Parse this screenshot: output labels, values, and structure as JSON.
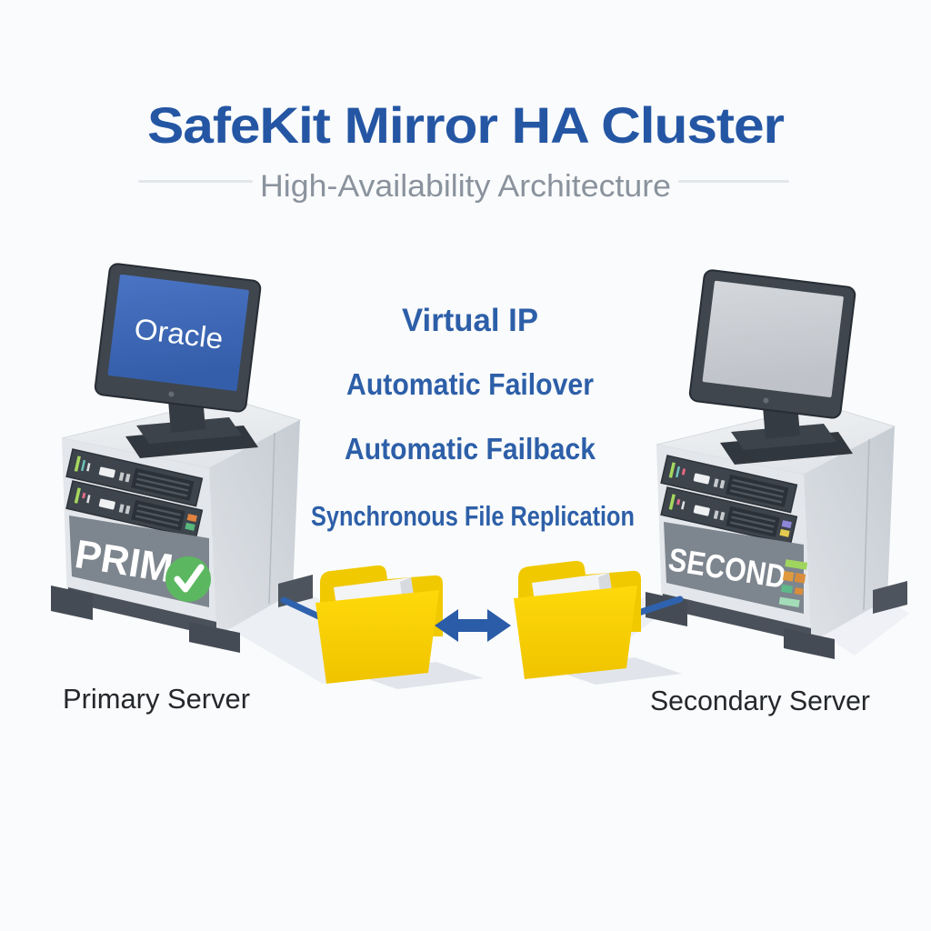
{
  "header": {
    "title": "SafeKit Mirror HA Cluster",
    "subtitle": "High-Availability Architecture"
  },
  "features": {
    "items": [
      "Virtual IP",
      "Automatic Failover",
      "Automatic Failback",
      "Synchronous File Replication"
    ]
  },
  "primary": {
    "screen_text": "Oracle",
    "badge": "PRIM",
    "status_icon": "green-check",
    "caption": "Primary Server"
  },
  "secondary": {
    "badge": "SECOND",
    "caption": "Secondary Server"
  },
  "replication": {
    "arrow": "bidirectional"
  },
  "colors": {
    "title_blue": "#2456a4",
    "subtitle_gray": "#8a939d",
    "feature_blue": "#2d5fa8",
    "screen_blue": "#3a67b5",
    "folder_yellow": "#ffd500",
    "arrow_blue": "#2b5ca8",
    "check_green": "#5cb860",
    "band_gray": "#7d858e"
  }
}
